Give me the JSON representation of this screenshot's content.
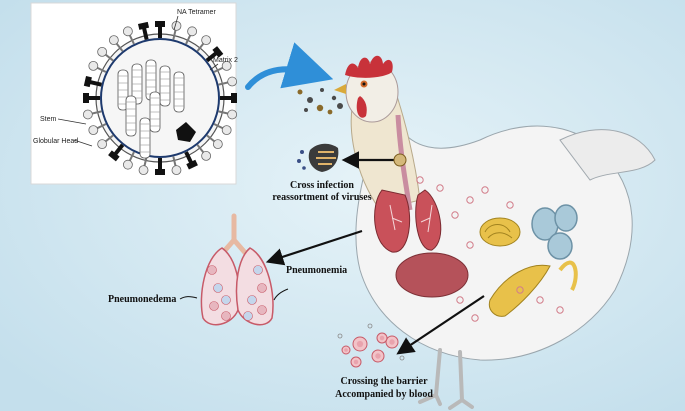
{
  "virion_labels": {
    "na_tetramer": "NA Tetramer",
    "matrix2": "Matrix 2",
    "stem": "Stem",
    "globular_head": "Globular Head"
  },
  "annotations": {
    "cross_infection_line1": "Cross infection",
    "cross_infection_line2": "reassortment of viruses",
    "pneumonemia": "Pneumonemia",
    "pneumonedema": "Pneumonedema",
    "barrier_line1": "Crossing the barrier",
    "barrier_line2": "Accompanied by blood"
  },
  "colors": {
    "background": "#cfe6f1",
    "arrow_blue": "#2f8fd8",
    "virus_dark": "#1a1a1a",
    "lung_red": "#c9515a",
    "hen_white": "#f4f4f4",
    "comb_red": "#c8323a",
    "intestine_yellow": "#e8c14a",
    "egg_blue": "#a9c9d9",
    "organ_brown": "#b5525a"
  }
}
